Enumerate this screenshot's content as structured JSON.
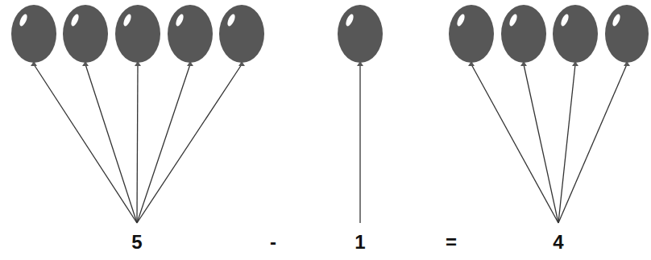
{
  "diagram": {
    "labels": [
      "5",
      "-",
      "1",
      "=",
      "4"
    ]
  }
}
